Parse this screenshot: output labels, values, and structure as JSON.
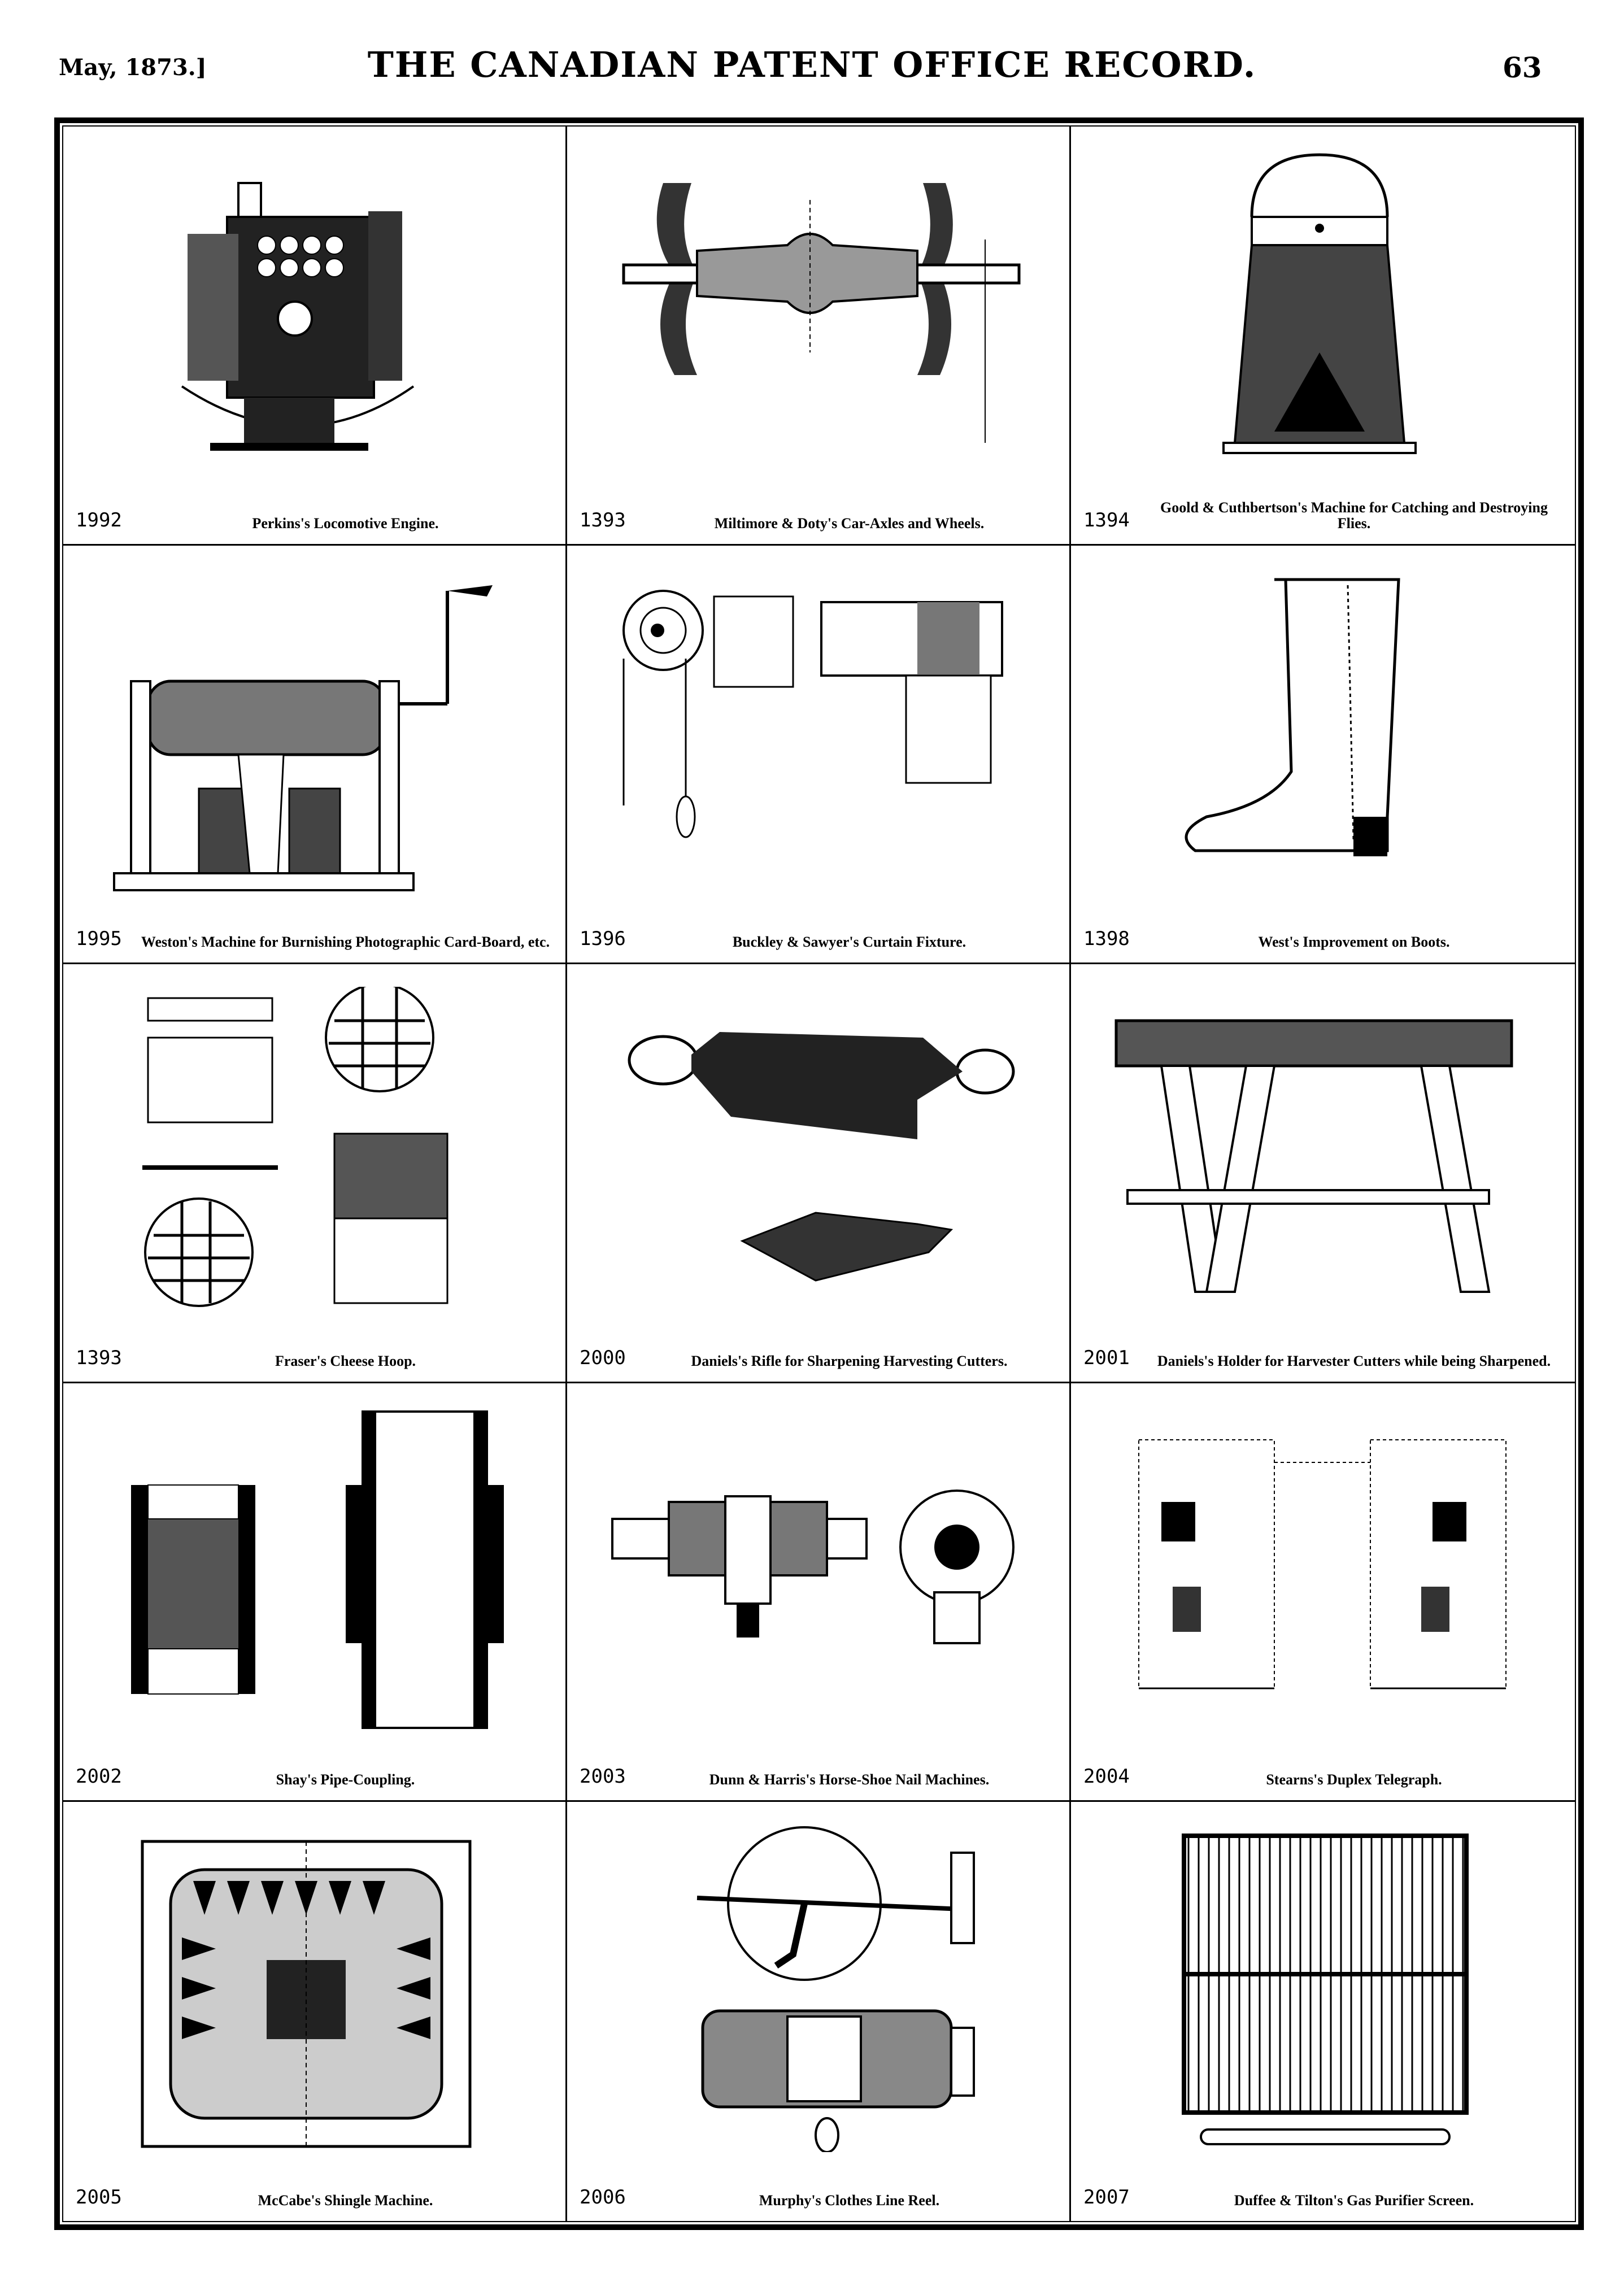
{
  "header": {
    "date": "May, 1873.]",
    "title": "THE CANADIAN PATENT OFFICE RECORD.",
    "page_number": "63"
  },
  "plates": [
    {
      "number": "1992",
      "caption": "Perkins's Locomotive Engine."
    },
    {
      "number": "1393",
      "caption": "Miltimore & Doty's Car-Axles and Wheels."
    },
    {
      "number": "1394",
      "caption": "Goold & Cuthbertson's Machine for Catching and Destroying Flies."
    },
    {
      "number": "1995",
      "caption": "Weston's Machine for Burnishing Photographic Card-Board, etc."
    },
    {
      "number": "1396",
      "caption": "Buckley & Sawyer's Curtain Fixture."
    },
    {
      "number": "1398",
      "caption": "West's Improvement on Boots."
    },
    {
      "number": "1393",
      "caption": "Fraser's Cheese Hoop."
    },
    {
      "number": "2000",
      "caption": "Daniels's Rifle for Sharpening Harvesting Cutters."
    },
    {
      "number": "2001",
      "caption": "Daniels's Holder for Harvester Cutters while being Sharpened."
    },
    {
      "number": "2002",
      "caption": "Shay's Pipe-Coupling."
    },
    {
      "number": "2003",
      "caption": "Dunn & Harris's Horse-Shoe Nail Machines."
    },
    {
      "number": "2004",
      "caption": "Stearns's Duplex Telegraph."
    },
    {
      "number": "2005",
      "caption": "McCabe's Shingle Machine."
    },
    {
      "number": "2006",
      "caption": "Murphy's Clothes Line Reel."
    },
    {
      "number": "2007",
      "caption": "Duffee & Tilton's Gas Purifier Screen."
    }
  ]
}
